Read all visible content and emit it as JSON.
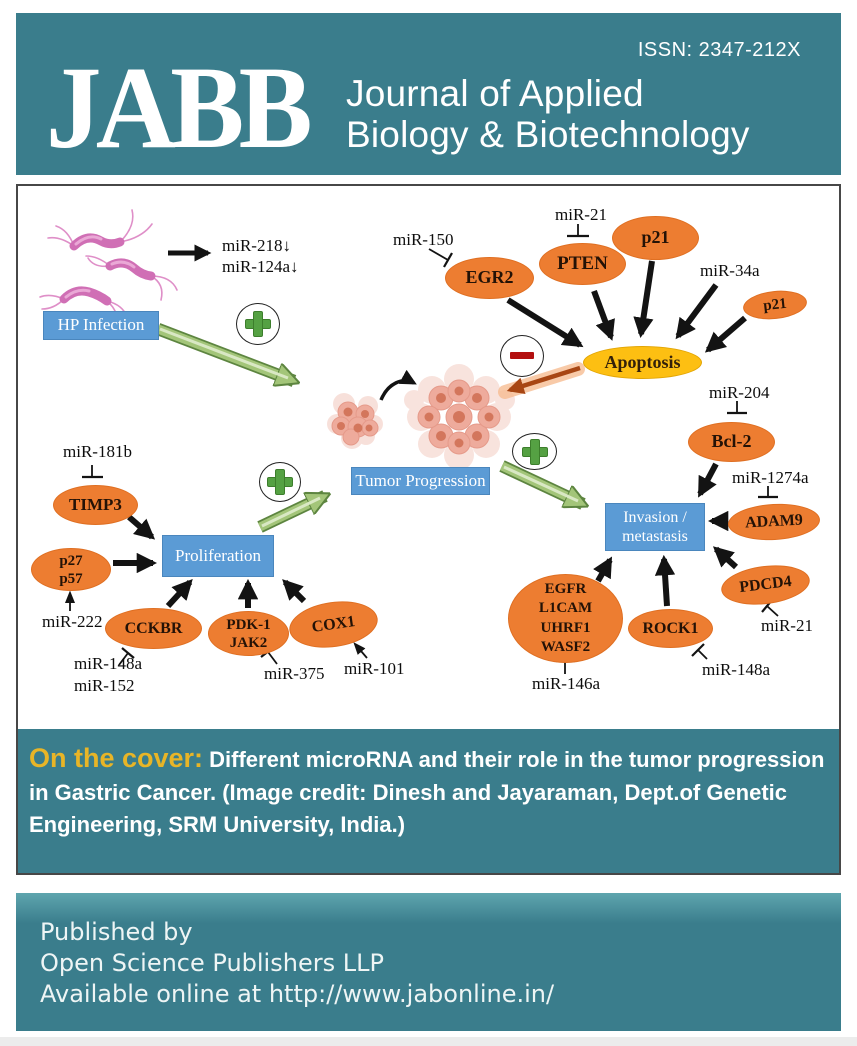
{
  "header": {
    "issn": "ISSN: 2347-212X",
    "logo": "JABB",
    "journal_name_line1": "Journal of Applied",
    "journal_name_line2": "Biology & Biotechnology"
  },
  "diagram": {
    "boxes": {
      "hp_infection": "HP Infection",
      "tumor_progression": "Tumor Progression",
      "proliferation": "Proliferation",
      "invasion_line1": "Invasion /",
      "invasion_line2": "metastasis"
    },
    "apoptosis": "Apoptosis",
    "genes": {
      "egr2": "EGR2",
      "pten": "PTEN",
      "p21_a": "p21",
      "p21_b": "p21",
      "bcl2": "Bcl-2",
      "adam9": "ADAM9",
      "pdcd4": "PDCD4",
      "rock1": "ROCK1",
      "egfr_lines": [
        "EGFR",
        "L1CAM",
        "UHRF1",
        "WASF2"
      ],
      "timp3": "TIMP3",
      "p27_lines": [
        "p27",
        "p57"
      ],
      "cckbr": "CCKBR",
      "pdk_lines": [
        "PDK-1",
        "JAK2"
      ],
      "cox1": "COX1"
    },
    "mirnas": {
      "mir218": "miR-218↓",
      "mir124a": "miR-124a↓",
      "mir150": "miR-150",
      "mir21_top": "miR-21",
      "mir34a": "miR-34a",
      "mir204": "miR-204",
      "mir1274a": "miR-1274a",
      "mir21_right": "miR-21",
      "mir148a_right": "miR-148a",
      "mir146a": "miR-146a",
      "mir181b": "miR-181b",
      "mir222": "miR-222",
      "mir148a_left": "miR-148a",
      "mir152": "miR-152",
      "mir375": "miR-375",
      "mir101": "miR-101"
    },
    "signs": {
      "plus": "+",
      "minus": "−"
    }
  },
  "cover_note": {
    "prefix": "On the cover:",
    "text": " Different microRNA and their role in the tumor progression in Gastric Cancer. (Image credit: Dinesh and Jayaraman, Dept.of Genetic Engineering, SRM University, India.)"
  },
  "footer": {
    "line1": "Published by",
    "line2": "Open Science Publishers LLP",
    "line3": "Available online at http://www.jabonline.in/"
  },
  "colors": {
    "teal": "#3a7d8c",
    "box_blue": "#5b9bd5",
    "ellipse_orange": "#ed7d31",
    "apoptosis_yellow": "#fdbf12",
    "plus_green": "#55a143",
    "minus_red": "#b30f0f",
    "cover_prefix_yellow": "#e8b527"
  }
}
